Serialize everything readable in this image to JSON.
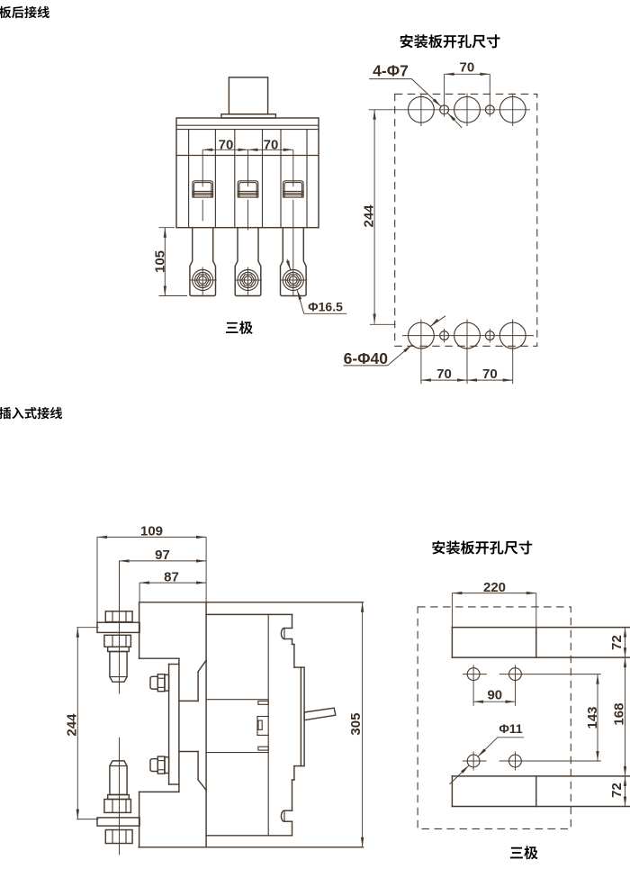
{
  "page": {
    "background": "#ffffff",
    "line_color": "#473a2f",
    "text_color": "#3a2d22"
  },
  "sections": {
    "rear_wiring": {
      "heading": "板后接线",
      "front_view": {
        "caption": "三极",
        "dim_pole_pitch_left": "70",
        "dim_pole_pitch_right": "70",
        "dim_terminal_length": "105",
        "terminal_hole_label": "Φ16.5"
      },
      "mounting_plate": {
        "title": "安装板开孔尺寸",
        "dim_top_spacing": "70",
        "dim_height": "244",
        "small_hole_label": "4-Φ7",
        "large_hole_label": "6-Φ40",
        "dim_bottom_left": "70",
        "dim_bottom_right": "70"
      }
    },
    "plug_in_wiring": {
      "heading": "插入式接线",
      "side_view": {
        "dim_depth_total": "109",
        "dim_depth_stud": "97",
        "dim_depth_base": "87",
        "dim_height_total": "305",
        "dim_stud_spacing": "244"
      },
      "mounting_plate": {
        "title": "安装板开孔尺寸",
        "caption": "三极",
        "dim_width": "220",
        "dim_hole_spacing_h": "90",
        "dim_hole_spacing_v": "143",
        "dim_opening": "168",
        "dim_bar_top": "72",
        "dim_bar_bottom": "72",
        "hole_label": "Φ11"
      }
    }
  }
}
